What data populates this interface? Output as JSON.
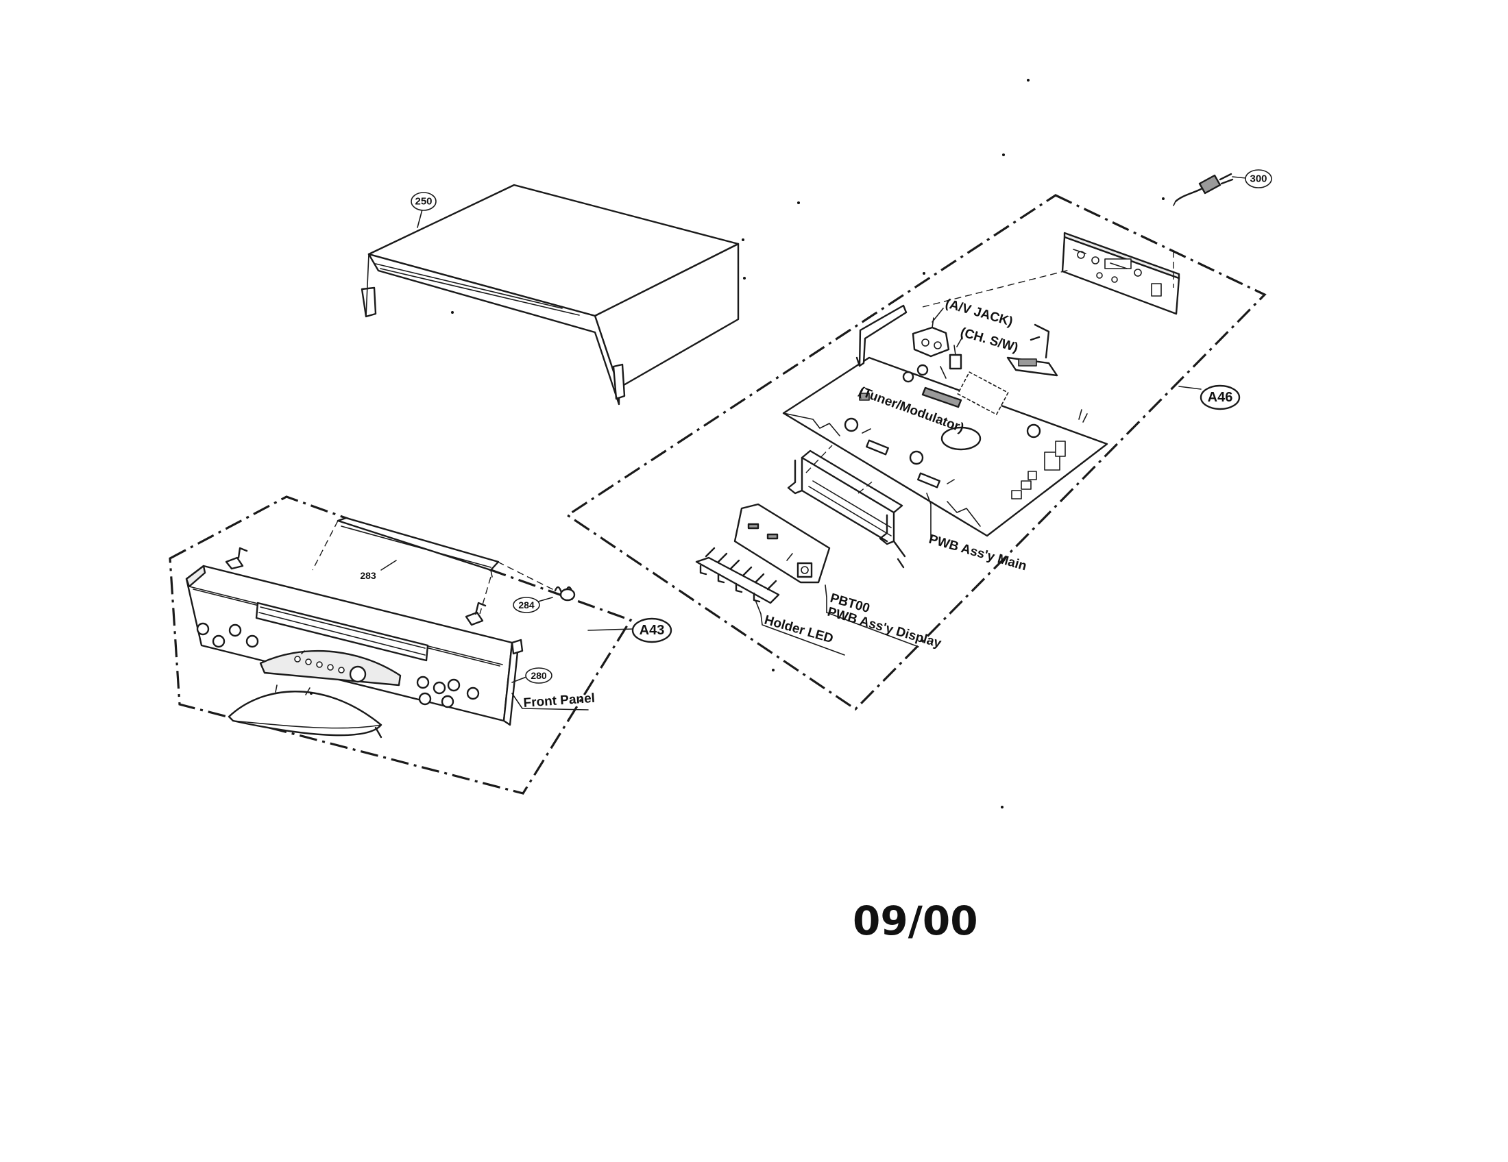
{
  "parts": {
    "cabinet": "250",
    "power_cord": "300",
    "shield_plate": "283",
    "spring": "284",
    "front_panel_part": "280",
    "front_assembly": "A43",
    "main_assembly": "A46"
  },
  "labels": {
    "av_jack": "(A/V JACK)",
    "ch_sw": "(CH. S/W)",
    "tuner_modulator": "(Tuner/Modulator)",
    "pwb_main": "PWB Ass'y Main",
    "pbt00": "PBT00",
    "pwb_display": "PWB Ass'y Display",
    "holder_led": "Holder LED",
    "front_panel": "Front Panel"
  },
  "date_code": "09/00"
}
